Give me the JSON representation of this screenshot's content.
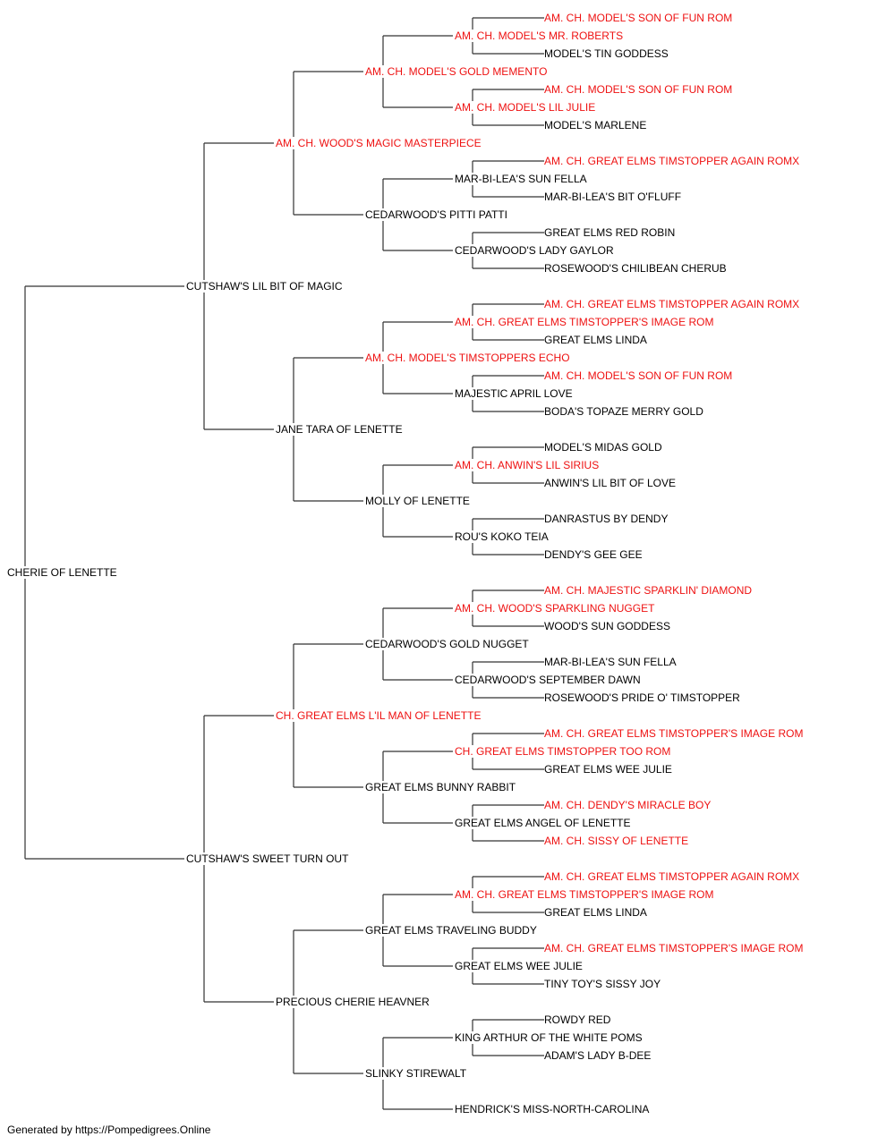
{
  "colors": {
    "champion": "#ee1111",
    "regular": "#000000",
    "line": "#333333"
  },
  "pedigree": {
    "name": "CHERIE OF LENETTE",
    "champion": false,
    "sire": {
      "name": "CUTSHAW'S LIL BIT OF MAGIC",
      "champion": false,
      "sire": {
        "name": "AM. CH. WOOD'S MAGIC MASTERPIECE",
        "champion": true,
        "sire": {
          "name": "AM. CH. MODEL'S GOLD MEMENTO",
          "champion": true,
          "sire": {
            "name": "AM. CH. MODEL'S MR. ROBERTS",
            "champion": true,
            "sire": {
              "name": "AM. CH. MODEL'S SON OF FUN ROM",
              "champion": true
            },
            "dam": {
              "name": "MODEL'S TIN GODDESS",
              "champion": false
            }
          },
          "dam": {
            "name": "AM. CH. MODEL'S LIL JULIE",
            "champion": true,
            "sire": {
              "name": "AM. CH. MODEL'S SON OF FUN ROM",
              "champion": true
            },
            "dam": {
              "name": "MODEL'S MARLENE",
              "champion": false
            }
          }
        },
        "dam": {
          "name": "CEDARWOOD'S PITTI PATTI",
          "champion": false,
          "sire": {
            "name": "MAR-BI-LEA'S SUN FELLA",
            "champion": false,
            "sire": {
              "name": "AM. CH. GREAT ELMS TIMSTOPPER AGAIN ROMX",
              "champion": true
            },
            "dam": {
              "name": "MAR-BI-LEA'S BIT O'FLUFF",
              "champion": false
            }
          },
          "dam": {
            "name": "CEDARWOOD'S LADY GAYLOR",
            "champion": false,
            "sire": {
              "name": "GREAT ELMS RED ROBIN",
              "champion": false
            },
            "dam": {
              "name": "ROSEWOOD'S CHILIBEAN CHERUB",
              "champion": false
            }
          }
        }
      },
      "dam": {
        "name": "JANE TARA OF LENETTE",
        "champion": false,
        "sire": {
          "name": "AM. CH. MODEL'S TIMSTOPPERS ECHO",
          "champion": true,
          "sire": {
            "name": "AM. CH. GREAT ELMS TIMSTOPPER'S IMAGE ROM",
            "champion": true,
            "sire": {
              "name": "AM. CH. GREAT ELMS TIMSTOPPER AGAIN ROMX",
              "champion": true
            },
            "dam": {
              "name": "GREAT ELMS LINDA",
              "champion": false
            }
          },
          "dam": {
            "name": "MAJESTIC APRIL LOVE",
            "champion": false,
            "sire": {
              "name": "AM. CH. MODEL'S SON OF FUN ROM",
              "champion": true
            },
            "dam": {
              "name": "BODA'S TOPAZE MERRY GOLD",
              "champion": false
            }
          }
        },
        "dam": {
          "name": "MOLLY OF LENETTE",
          "champion": false,
          "sire": {
            "name": "AM. CH. ANWIN'S LIL SIRIUS",
            "champion": true,
            "sire": {
              "name": "MODEL'S MIDAS GOLD",
              "champion": false
            },
            "dam": {
              "name": "ANWIN'S LIL BIT OF LOVE",
              "champion": false
            }
          },
          "dam": {
            "name": "ROU'S KOKO TEIA",
            "champion": false,
            "sire": {
              "name": "DANRASTUS BY DENDY",
              "champion": false
            },
            "dam": {
              "name": "DENDY'S GEE GEE",
              "champion": false
            }
          }
        }
      }
    },
    "dam": {
      "name": "CUTSHAW'S SWEET TURN OUT",
      "champion": false,
      "sire": {
        "name": "CH. GREAT ELMS L'IL MAN OF LENETTE",
        "champion": true,
        "sire": {
          "name": "CEDARWOOD'S GOLD NUGGET",
          "champion": false,
          "sire": {
            "name": "AM. CH. WOOD'S SPARKLING NUGGET",
            "champion": true,
            "sire": {
              "name": "AM. CH. MAJESTIC SPARKLIN' DIAMOND",
              "champion": true
            },
            "dam": {
              "name": "WOOD'S SUN GODDESS",
              "champion": false
            }
          },
          "dam": {
            "name": "CEDARWOOD'S SEPTEMBER DAWN",
            "champion": false,
            "sire": {
              "name": "MAR-BI-LEA'S SUN FELLA",
              "champion": false
            },
            "dam": {
              "name": "ROSEWOOD'S PRIDE O' TIMSTOPPER",
              "champion": false
            }
          }
        },
        "dam": {
          "name": "GREAT ELMS BUNNY RABBIT",
          "champion": false,
          "sire": {
            "name": "CH. GREAT ELMS TIMSTOPPER TOO ROM",
            "champion": true,
            "sire": {
              "name": "AM. CH. GREAT ELMS TIMSTOPPER'S IMAGE ROM",
              "champion": true
            },
            "dam": {
              "name": "GREAT ELMS WEE JULIE",
              "champion": false
            }
          },
          "dam": {
            "name": "GREAT ELMS ANGEL OF LENETTE",
            "champion": false,
            "sire": {
              "name": "AM. CH. DENDY'S MIRACLE BOY",
              "champion": true
            },
            "dam": {
              "name": "AM. CH. SISSY OF LENETTE",
              "champion": true
            }
          }
        }
      },
      "dam": {
        "name": "PRECIOUS CHERIE HEAVNER",
        "champion": false,
        "sire": {
          "name": "GREAT ELMS TRAVELING BUDDY",
          "champion": false,
          "sire": {
            "name": "AM. CH. GREAT ELMS TIMSTOPPER'S IMAGE ROM",
            "champion": true,
            "sire": {
              "name": "AM. CH. GREAT ELMS TIMSTOPPER AGAIN ROMX",
              "champion": true
            },
            "dam": {
              "name": "GREAT ELMS LINDA",
              "champion": false
            }
          },
          "dam": {
            "name": "GREAT ELMS WEE JULIE",
            "champion": false,
            "sire": {
              "name": "AM. CH. GREAT ELMS TIMSTOPPER'S IMAGE ROM",
              "champion": true
            },
            "dam": {
              "name": "TINY TOY'S SISSY JOY",
              "champion": false
            }
          }
        },
        "dam": {
          "name": "SLINKY STIREWALT",
          "champion": false,
          "sire": {
            "name": "KING ARTHUR OF THE WHITE POMS",
            "champion": false,
            "sire": {
              "name": "ROWDY RED",
              "champion": false
            },
            "dam": {
              "name": "ADAM'S LADY B-DEE",
              "champion": false
            }
          },
          "dam": {
            "name": "HENDRICK'S MISS-NORTH-CAROLINA",
            "champion": false
          }
        }
      }
    }
  },
  "footer": {
    "text": "Generated by https://Pompedigrees.Online"
  }
}
